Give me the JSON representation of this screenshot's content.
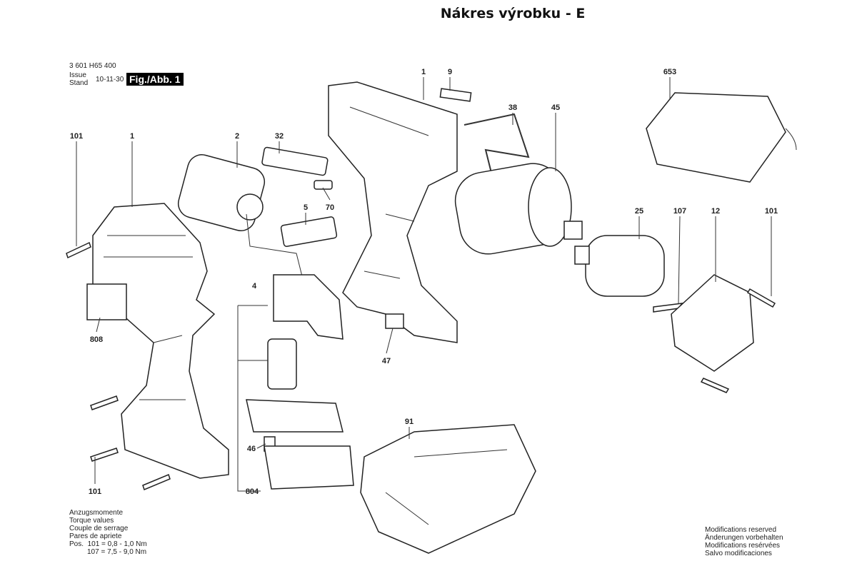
{
  "title": "Nákres výrobku - E",
  "header": {
    "part_number": "3 601 H65 400",
    "issue_label": "Issue",
    "stand_label": "Stand",
    "date": "10-11-30",
    "figure": "Fig./Abb. 1"
  },
  "labels": [
    "1",
    "9",
    "38",
    "45",
    "653",
    "101",
    "1",
    "2",
    "32",
    "70",
    "5",
    "25",
    "107",
    "12",
    "101",
    "4",
    "808",
    "47",
    "91",
    "46",
    "804",
    "101"
  ],
  "torque": {
    "lines": [
      "Anzugsmomente",
      "Torque values",
      "Couple de serrage",
      "Pares de apriete"
    ],
    "pos_label": "Pos.",
    "values": [
      "101 =  0,8 - 1,0 Nm",
      "107 =  7,5 - 9,0 Nm"
    ]
  },
  "modifications": [
    "Modifications reserved",
    "Änderungen vorbehalten",
    "Modifications resérvées",
    "Salvo modificaciones"
  ]
}
